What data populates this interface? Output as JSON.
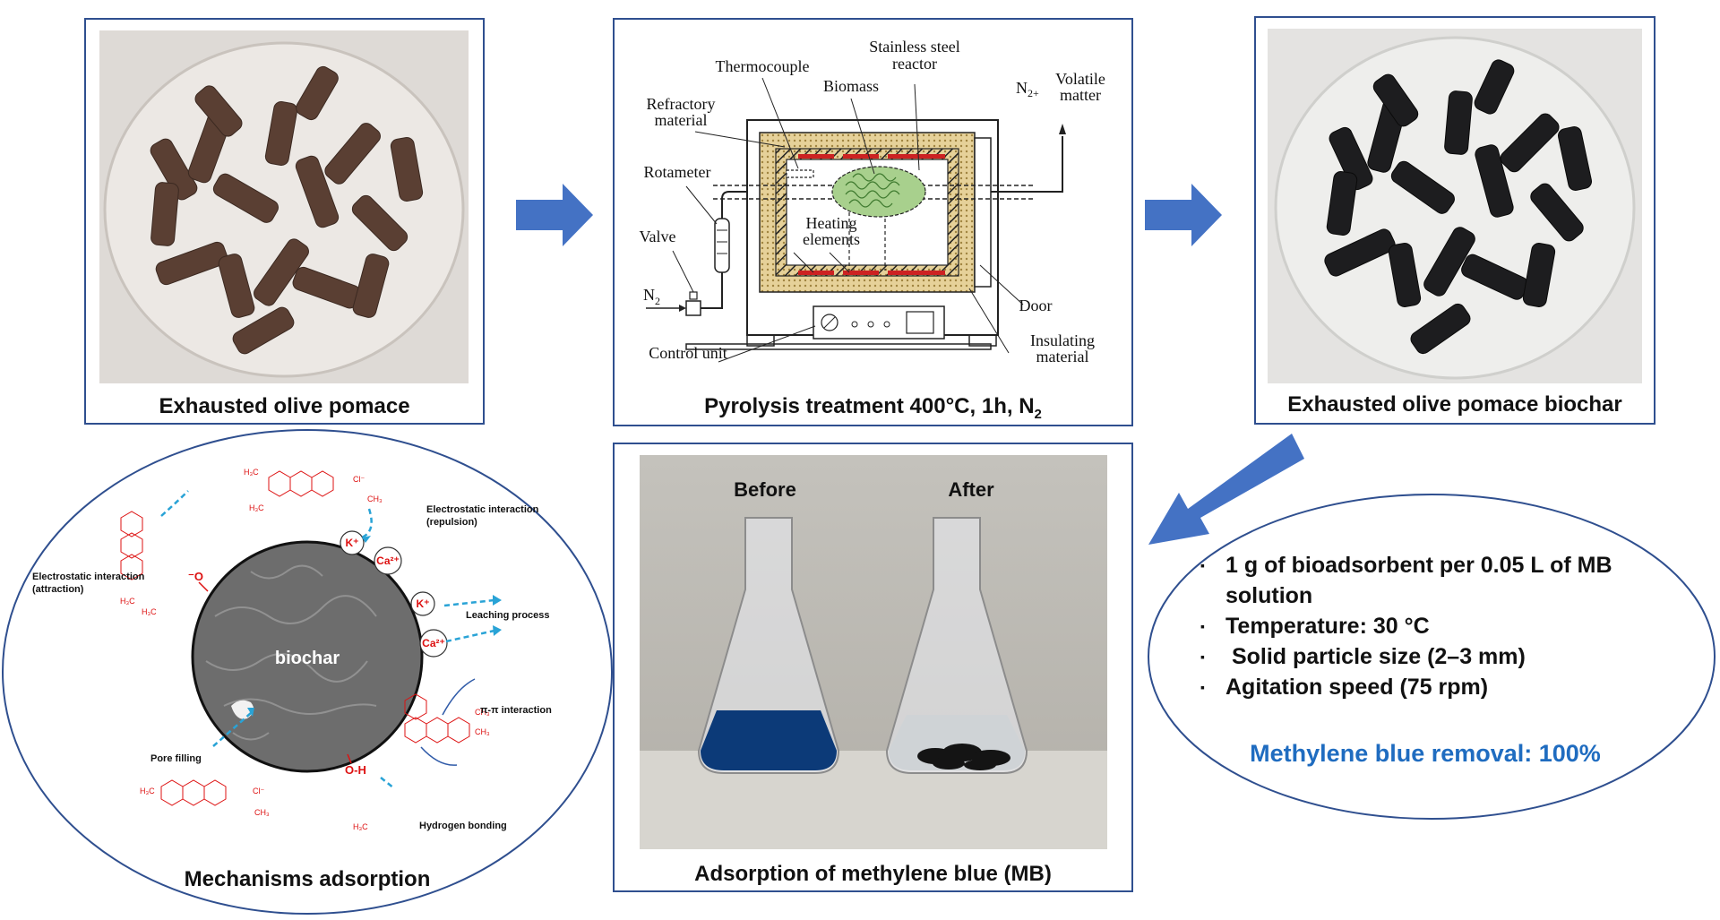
{
  "panels": {
    "raw": {
      "caption": "Exhausted olive pomace"
    },
    "pyrolysis": {
      "caption_main": "Pyrolysis treatment 400°C, 1h, N",
      "caption_sub": "2",
      "labels": {
        "thermocouple": "Thermocouple",
        "reactor_1": "Stainless steel",
        "reactor_2": "reactor",
        "biomass": "Biomass",
        "refractory_1": "Refractory",
        "refractory_2": "material",
        "rotameter": "Rotameter",
        "valve": "Valve",
        "n2_in": "N",
        "n2_in_sub": "2",
        "n2_out": "N",
        "n2_out_sub": "2+",
        "volatile_1": "Volatile",
        "volatile_2": "matter",
        "heating_1": "Heating",
        "heating_2": "elements",
        "door": "Door",
        "insulating_1": "Insulating",
        "insulating_2": "material",
        "control": "Control unit"
      }
    },
    "biochar": {
      "caption": "Exhausted olive pomace biochar"
    },
    "adsorption": {
      "caption": "Adsorption of methylene blue (MB)",
      "before": "Before",
      "after": "After"
    },
    "mechanisms": {
      "caption": "Mechanisms adsorption",
      "center": "biochar",
      "labels": {
        "repulsion_1": "Electrostatic interaction",
        "repulsion_2": "(repulsion)",
        "attraction_1": "Electrostatic interaction",
        "attraction_2": "(attraction)",
        "leaching": "Leaching process",
        "pipi": "π-π interaction",
        "pore": "Pore filling",
        "hbond": "Hydrogen bonding",
        "k_ion": "K⁺",
        "ca_ion": "Ca²⁺",
        "o_minus": "⁻O",
        "oh": "O-H"
      }
    },
    "conditions": {
      "bullets": [
        "1 g of bioadsorbent per 0.05 L of MB solution",
        "Temperature: 30 °C",
        " Solid particle size (2–3 mm)",
        "Agitation speed (75 rpm)"
      ],
      "bullet_glyph": "▪",
      "result": "Methylene blue removal: 100%"
    }
  },
  "colors": {
    "panel_border": "#2f4f8f",
    "arrow": "#4472c4",
    "result": "#1f6cc0",
    "mb_blue": "#0c3a78",
    "chem_red": "#d11111",
    "dash_arrow": "#29a3d6"
  }
}
